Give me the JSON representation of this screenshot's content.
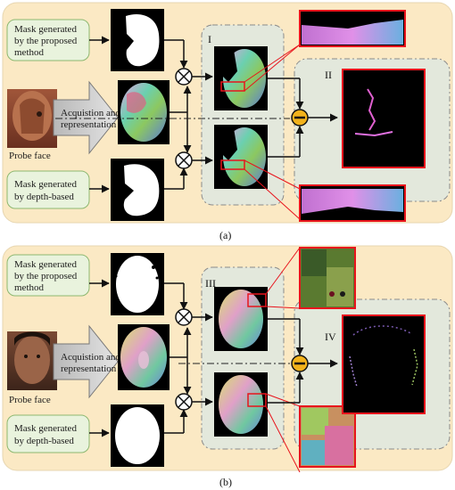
{
  "panels": [
    {
      "caption": "(a)",
      "mask_proposed_lines": [
        "Mask generated",
        "by the proposed",
        "method"
      ],
      "acquisition_lines": [
        "Acquistion and",
        "representation"
      ],
      "probe_label": "Probe face",
      "mask_depth_lines": [
        "Mask generated",
        "by depth-based"
      ],
      "region_left": "I",
      "region_right": "II"
    },
    {
      "caption": "(b)",
      "mask_proposed_lines": [
        "Mask generated",
        "by the proposed",
        "method"
      ],
      "acquisition_lines": [
        "Acquistion and",
        "representation"
      ],
      "probe_label": "Probe face",
      "mask_depth_lines": [
        "Mask generated",
        "by depth-based"
      ],
      "region_left": "III",
      "region_right": "IV"
    }
  ],
  "operators": {
    "multiply": "⊗",
    "subtract": "⊖"
  },
  "colors": {
    "panel_bg": "#fbe9c4",
    "box_fill": "#e9f3dd",
    "box_stroke": "#8db870",
    "region_fill": "#e3e8dc",
    "highlight": "#e8141c",
    "operator_fill": "#f2b21b"
  }
}
